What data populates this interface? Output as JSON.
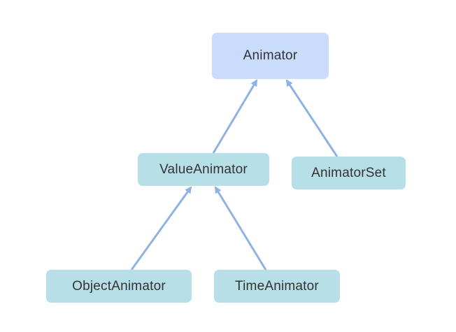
{
  "diagram": {
    "nodes": {
      "animator": "Animator",
      "value_animator": "ValueAnimator",
      "animator_set": "AnimatorSet",
      "object_animator": "ObjectAnimator",
      "time_animator": "TimeAnimator"
    },
    "edges": [
      {
        "from": "value_animator",
        "to": "animator"
      },
      {
        "from": "animator_set",
        "to": "animator"
      },
      {
        "from": "object_animator",
        "to": "value_animator"
      },
      {
        "from": "time_animator",
        "to": "value_animator"
      }
    ],
    "colors": {
      "root_fill": "#c9dcfb",
      "child_fill": "#b7dfe7",
      "arrow": "#8fb3e0",
      "text": "#333333"
    }
  }
}
